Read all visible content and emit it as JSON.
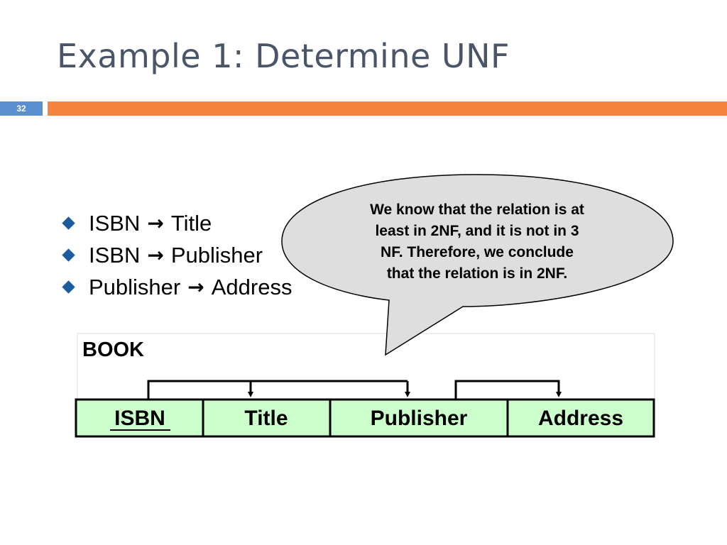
{
  "slide": {
    "title": "Example 1: Determine UNF",
    "number": "32"
  },
  "dependencies": [
    {
      "from": "ISBN",
      "arrow": "→",
      "to": "Title"
    },
    {
      "from": "ISBN",
      "arrow": "→",
      "to": "Publisher"
    },
    {
      "from": "Publisher",
      "arrow": "→",
      "to": "Address"
    }
  ],
  "callout": {
    "lines": [
      "We know that the relation is at",
      "least in 2NF, and it is not in 3",
      "NF. Therefore, we conclude",
      "that the relation is in 2NF."
    ]
  },
  "relation": {
    "name": "BOOK",
    "attributes": [
      {
        "label": "ISBN",
        "primary_key": true
      },
      {
        "label": "Title",
        "primary_key": false
      },
      {
        "label": "Publisher",
        "primary_key": false
      },
      {
        "label": "Address",
        "primary_key": false
      }
    ]
  },
  "colors": {
    "title_text": "#4a5668",
    "slide_number_bg": "#5a8fd1",
    "accent_bar": "#f6843f",
    "bullet": "#1d5c9c",
    "callout_fill": "#dedede",
    "cell_fill": "#ccffcc"
  }
}
